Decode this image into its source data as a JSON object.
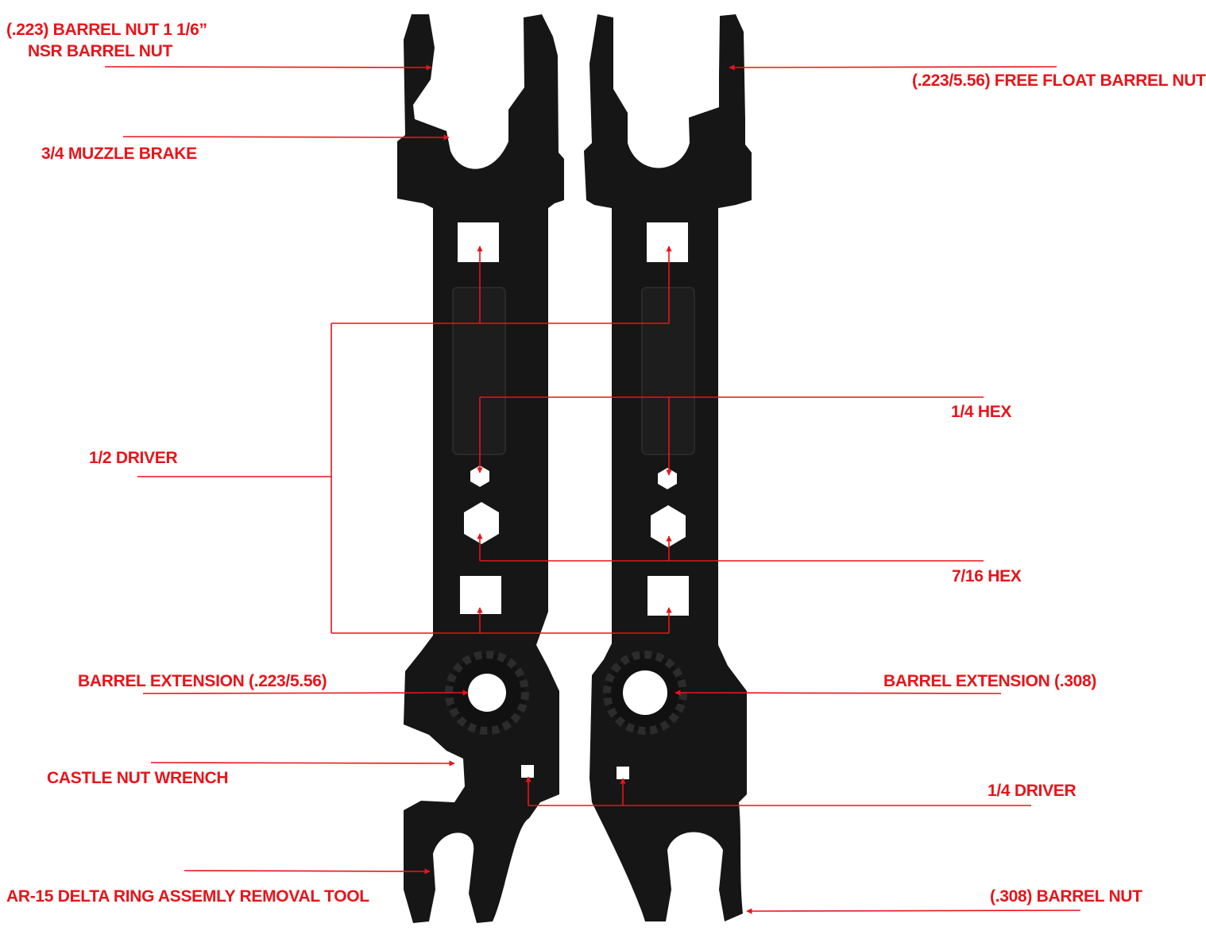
{
  "colors": {
    "leader": "#e8141a",
    "tool": "#161616",
    "background": "#ffffff"
  },
  "tools": [
    "left-wrench",
    "right-wrench"
  ],
  "labels": {
    "barrel_nut_223_line1": "(.223) BARREL NUT 1 1/6”",
    "barrel_nut_223_line2": "NSR BARREL NUT",
    "free_float_barrel_nut": "(.223/5.56) FREE FLOAT BARREL NUT",
    "muzzle_brake": "3/4 MUZZLE BRAKE",
    "hex_1_4": "1/4 HEX",
    "driver_1_2": "1/2 DRIVER",
    "hex_7_16": "7/16 HEX",
    "barrel_extension_223": "BARREL EXTENSION (.223/5.56)",
    "barrel_extension_308": "BARREL EXTENSION (.308)",
    "castle_nut_wrench": "CASTLE NUT WRENCH",
    "driver_1_4": "1/4 DRIVER",
    "delta_ring_tool": "AR-15 DELTA RING ASSEMLY REMOVAL TOOL",
    "barrel_nut_308": "(.308) BARREL NUT"
  }
}
